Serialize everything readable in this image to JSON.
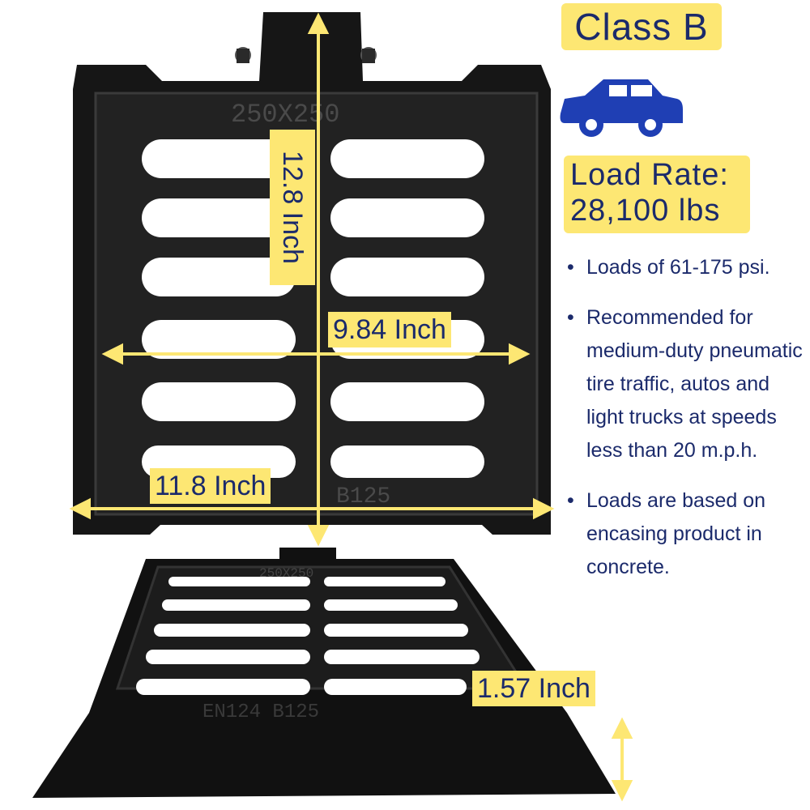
{
  "class_label": "Class B",
  "car_icon": "car-icon",
  "load_rate": {
    "line1": "Load Rate:",
    "line2": "28,100 lbs"
  },
  "bullets": [
    "Loads of 61-175 psi.",
    "Recommended for medium-duty pneumatic tire traffic, autos and light trucks at speeds less than 20 m.p.h.",
    "Loads are based on encasing product in concrete."
  ],
  "dimensions": {
    "height": "12.8 Inch",
    "width_inner": "9.84 Inch",
    "width_outer": "11.8 Inch",
    "depth": "1.57 Inch"
  },
  "casting_marks": {
    "top": "250X250",
    "bottom": "B125"
  },
  "colors": {
    "accent": "#fde773",
    "text": "#1b2a6b",
    "car": "#1f3fb4",
    "iron": "#141414"
  }
}
